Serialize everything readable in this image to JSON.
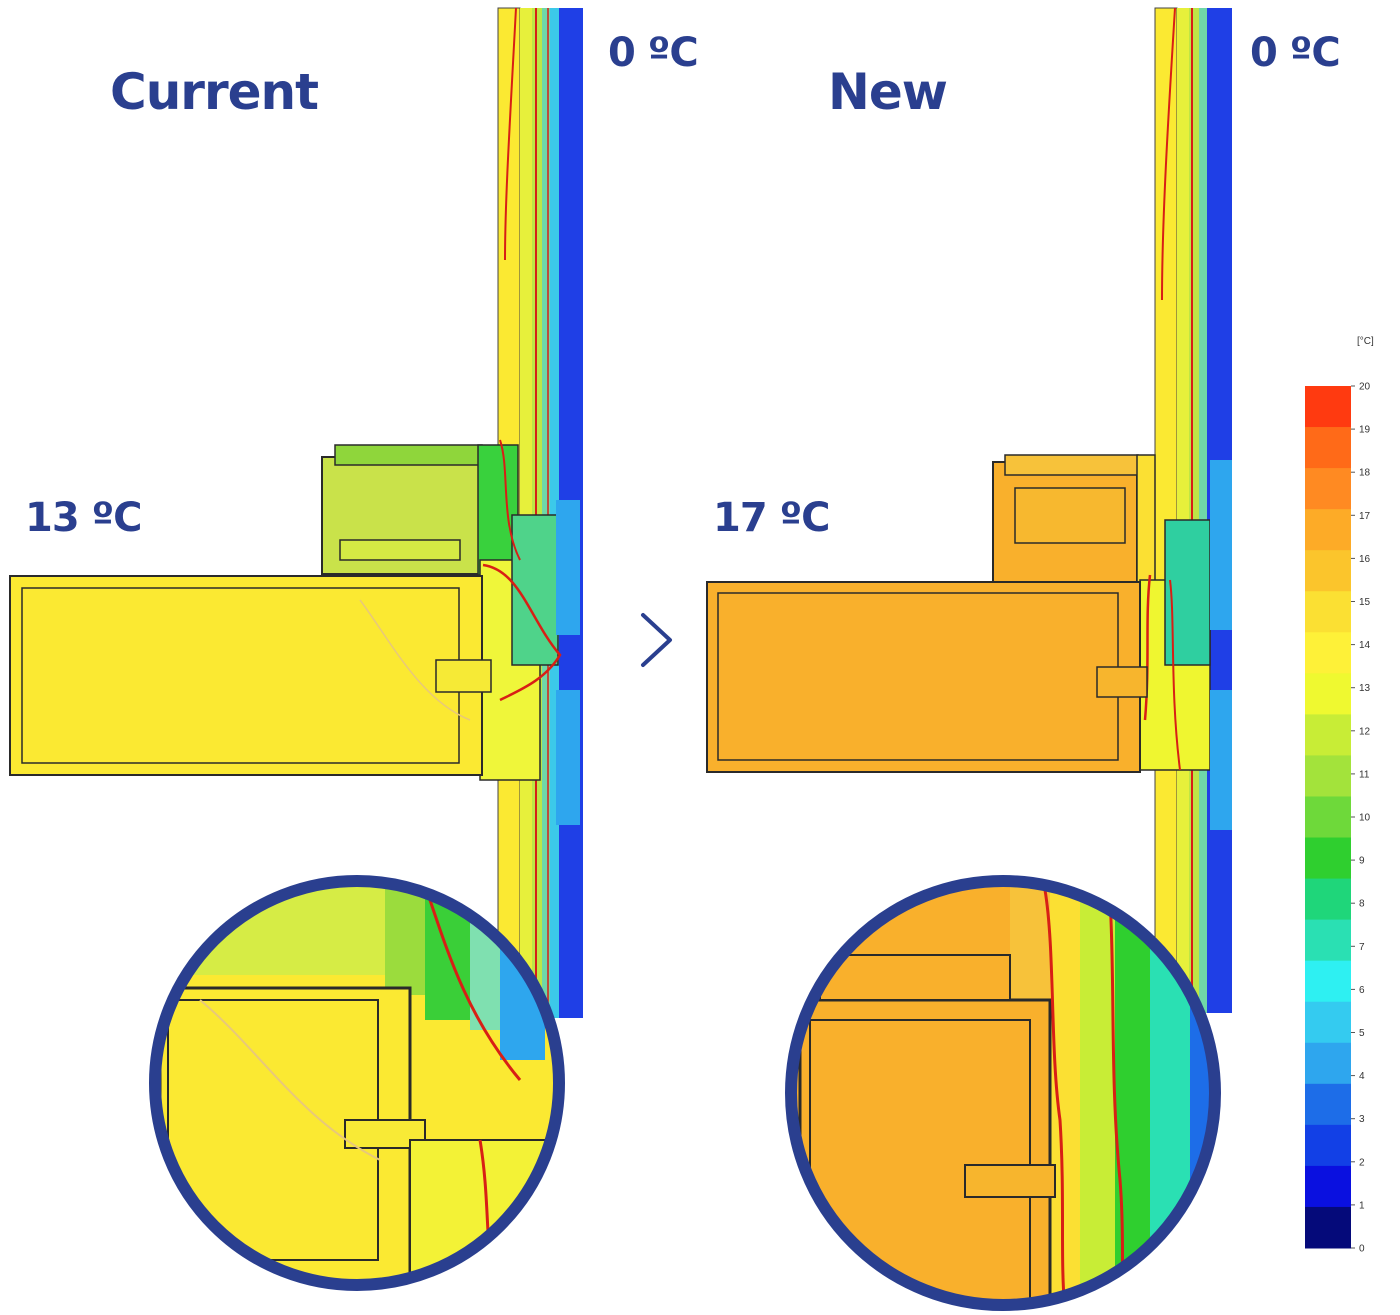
{
  "panels": {
    "left": {
      "title": "Current",
      "inside_temp": "13 ºC",
      "outside_temp": "0 ºC",
      "fill": "#fbe932",
      "tint": "#c9e24a"
    },
    "right": {
      "title": "New",
      "inside_temp": "17 ºC",
      "outside_temp": "0 ºC",
      "fill": "#f9b02c",
      "tint": "#f7c23a"
    }
  },
  "arrow_icon": "chevron-right-icon",
  "legend": {
    "unit": "[°C]",
    "ticks": [
      "20",
      "19",
      "18",
      "17",
      "16",
      "15",
      "14",
      "13",
      "12",
      "11",
      "10",
      "9",
      "8",
      "7",
      "6",
      "5",
      "4",
      "3",
      "2",
      "1",
      "0"
    ],
    "colors": [
      "#ff3a10",
      "#ff6a18",
      "#ff8a22",
      "#fdab27",
      "#fbc52c",
      "#fbe033",
      "#fef138",
      "#eff930",
      "#c8ed36",
      "#a3e33b",
      "#6ed93a",
      "#2fcf2f",
      "#1fd67a",
      "#2ae0b3",
      "#2ef0f2",
      "#34cbf0",
      "#2ea6ee",
      "#1d6de8",
      "#1240e6",
      "#0a10e0",
      "#050a7a"
    ]
  },
  "palette": {
    "ink": "#2a3f8f",
    "glass": "#1f3fe6",
    "isotherm": "#d81f15"
  }
}
